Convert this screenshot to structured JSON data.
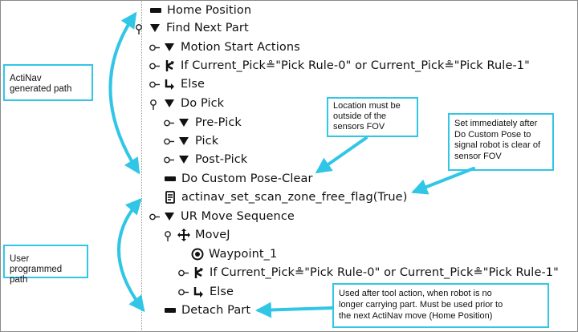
{
  "tree": {
    "rows": [
      {
        "label": "Home Position",
        "icon": "bar"
      },
      {
        "label": "Find Next Part",
        "icon": "triangle"
      },
      {
        "label": "Motion Start Actions",
        "icon": "triangle"
      },
      {
        "label": "If Current_Pick≗\"Pick Rule-0\" or Current_Pick≗\"Pick Rule-1\"",
        "icon": "if-branch"
      },
      {
        "label": "Else",
        "icon": "else-branch"
      },
      {
        "label": "Do Pick",
        "icon": "triangle"
      },
      {
        "label": "Pre-Pick",
        "icon": "triangle"
      },
      {
        "label": "Pick",
        "icon": "triangle"
      },
      {
        "label": "Post-Pick",
        "icon": "triangle"
      },
      {
        "label": "Do Custom Pose-Clear",
        "icon": "bar"
      },
      {
        "label": "actinav_set_scan_zone_free_flag(True)",
        "icon": "script"
      },
      {
        "label": "UR Move Sequence",
        "icon": "triangle"
      },
      {
        "label": "MoveJ",
        "icon": "move-cross"
      },
      {
        "label": "Waypoint_1",
        "icon": "waypoint-target"
      },
      {
        "label": "If Current_Pick≗\"Pick Rule-0\" or Current_Pick≗\"Pick Rule-1\"",
        "icon": "if-branch"
      },
      {
        "label": "Else",
        "icon": "else-branch"
      },
      {
        "label": "Detach Part",
        "icon": "bar"
      }
    ]
  },
  "callouts": {
    "actinav": [
      "ActiNav",
      "generated path"
    ],
    "user": [
      "User programmed",
      "path"
    ],
    "location": [
      "Location must be",
      "outside of the",
      "sensors FOV"
    ],
    "set_immediately": [
      "Set immediately after",
      "Do Custom Pose to",
      "signal robot is clear of",
      "sensor FOV"
    ],
    "used_after": [
      "Used after tool action, when robot is no",
      "longer carrying part. Must be used prior to",
      "the next ActiNav move (Home Position)"
    ]
  },
  "colors": {
    "accent": "#31c6e6",
    "text": "#111111"
  }
}
